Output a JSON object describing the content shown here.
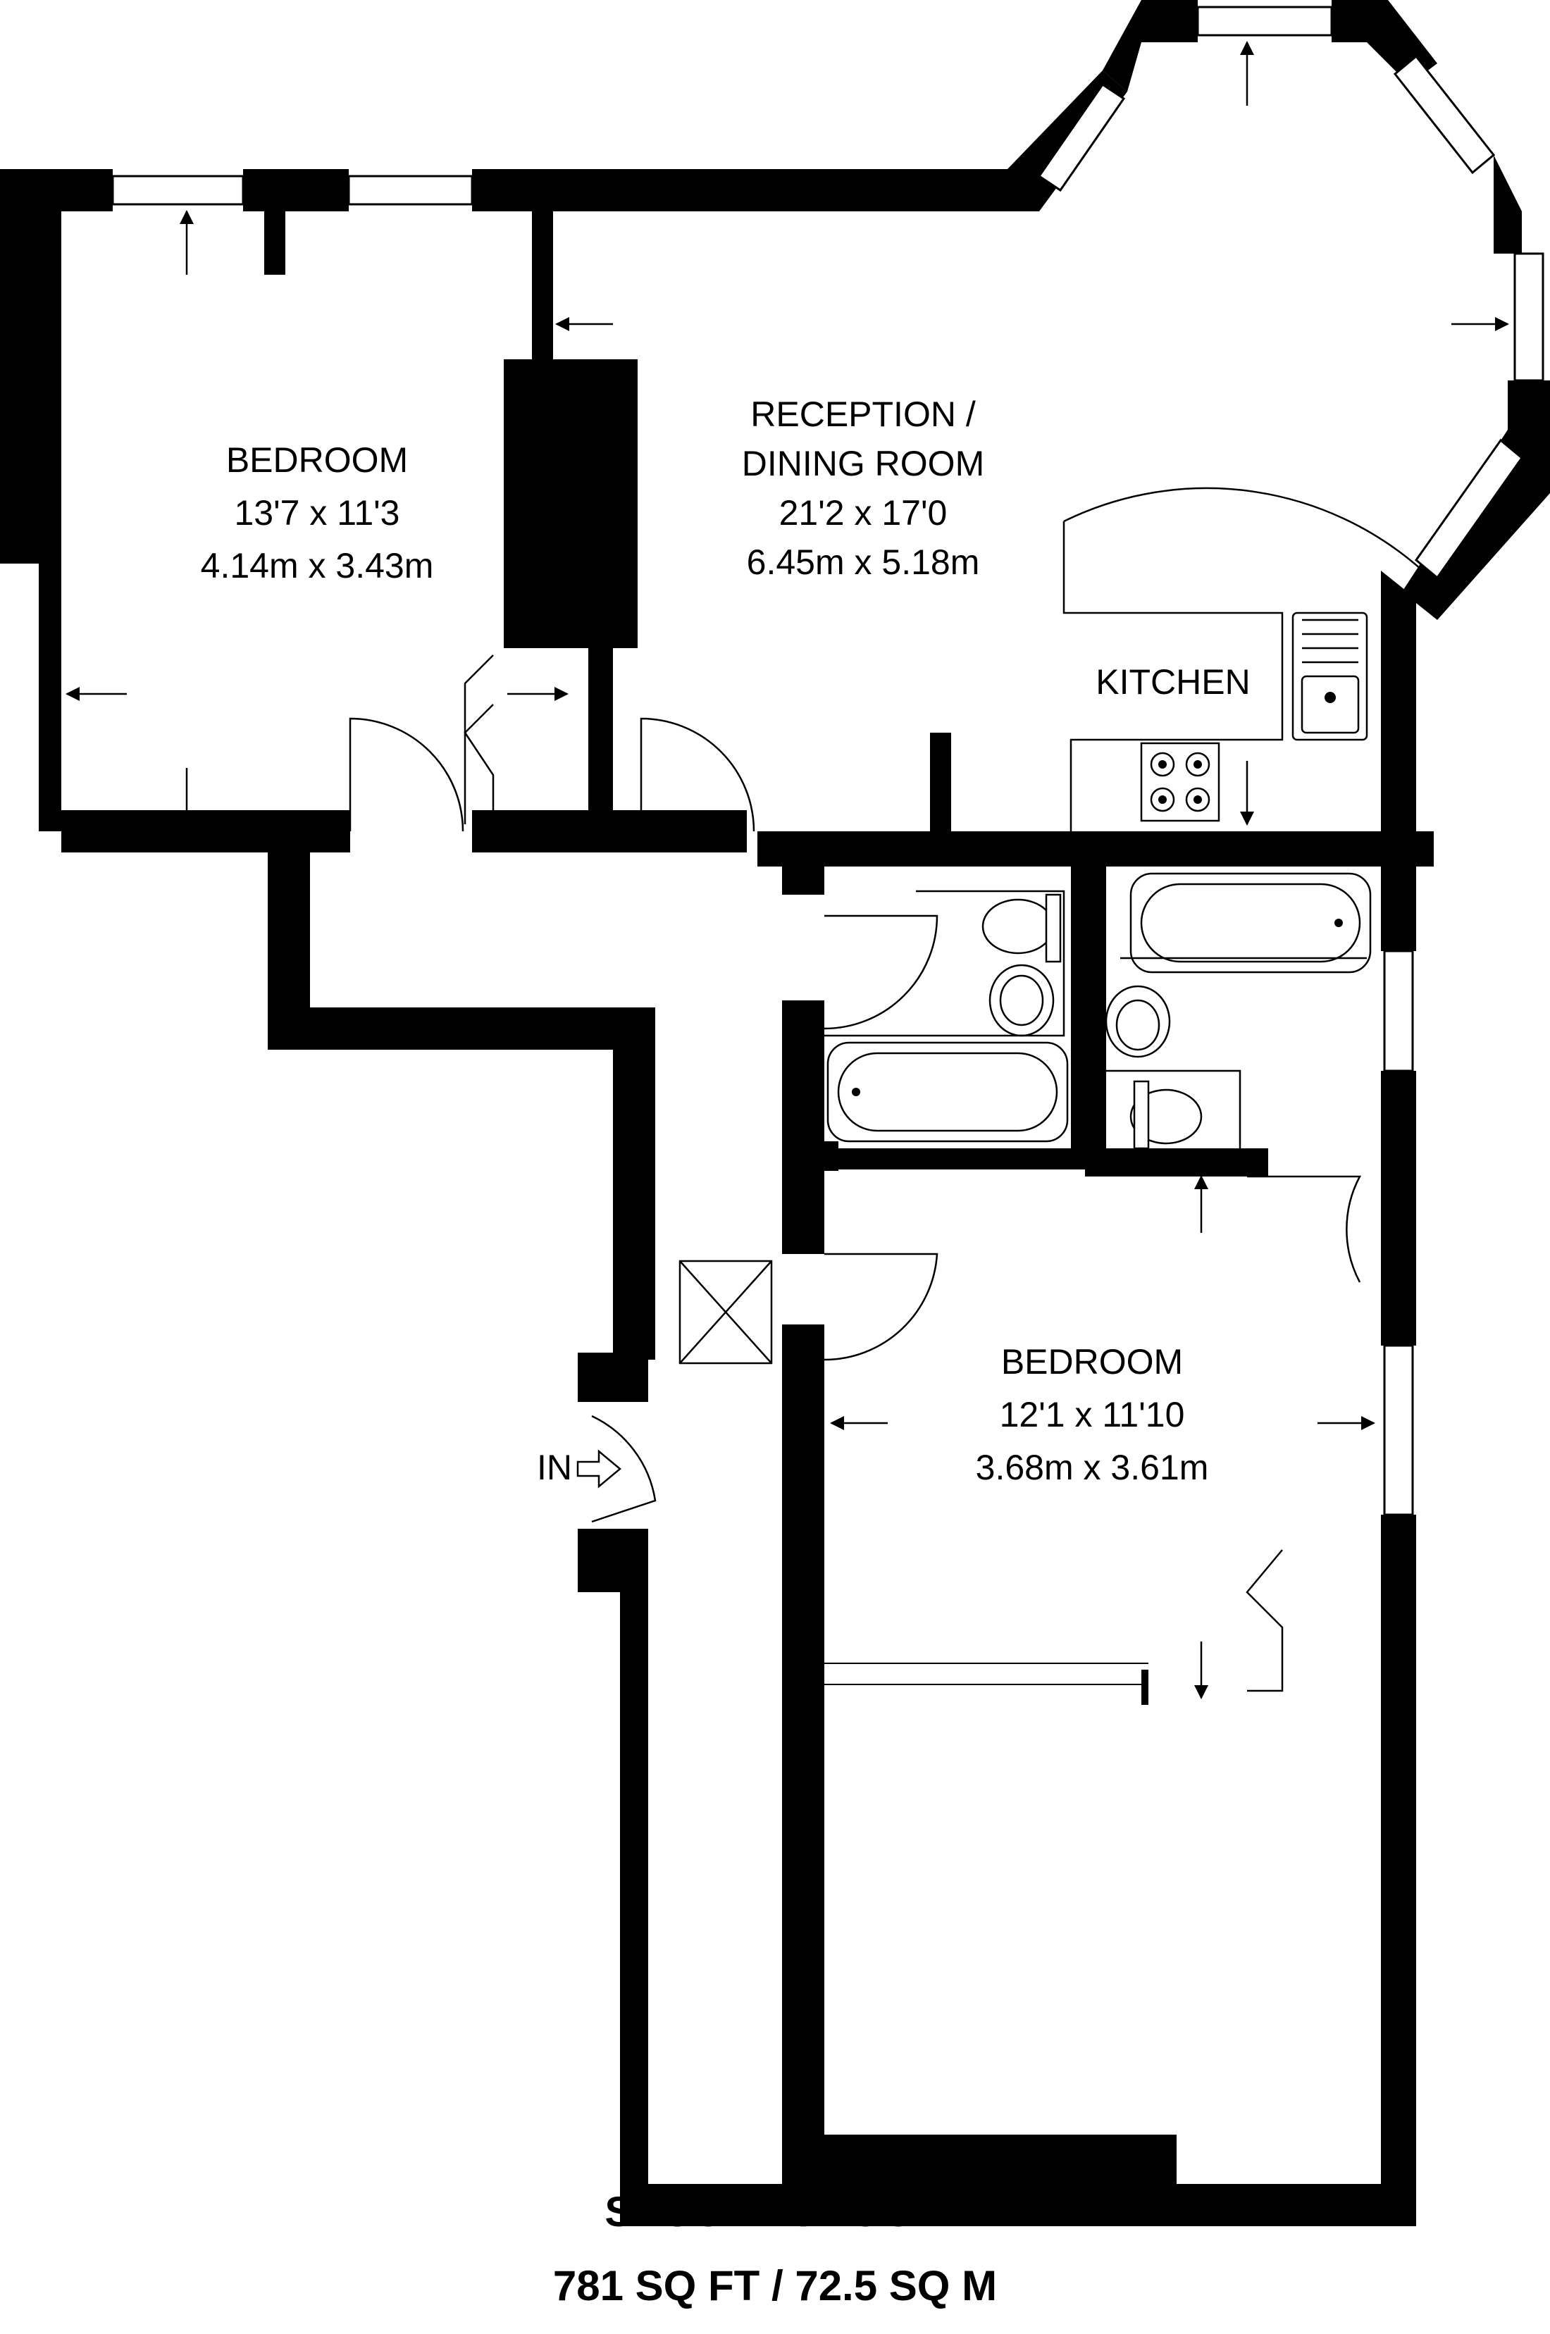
{
  "rooms": {
    "bedroom1": {
      "name": "BEDROOM",
      "imperial": "13'7 x 11'3",
      "metric": "4.14m x 3.43m"
    },
    "reception": {
      "name_line1": "RECEPTION /",
      "name_line2": "DINING ROOM",
      "imperial": "21'2 x 17'0",
      "metric": "6.45m x 5.18m"
    },
    "kitchen": {
      "name": "KITCHEN"
    },
    "bedroom2": {
      "name": "BEDROOM",
      "imperial": "12'1 x 11'10",
      "metric": "3.68m x 3.61m"
    }
  },
  "entrance": {
    "label": "IN"
  },
  "footer": {
    "floor": "SECOND FLOOR",
    "area": "781 SQ FT / 72.5 SQ M"
  },
  "icons": [
    "entrance-arrow-icon",
    "hob-icon",
    "sink-icon",
    "bath-icon",
    "toilet-icon",
    "basin-icon",
    "skylight-icon"
  ],
  "colors": {
    "wall": "#000000",
    "background": "#ffffff"
  }
}
